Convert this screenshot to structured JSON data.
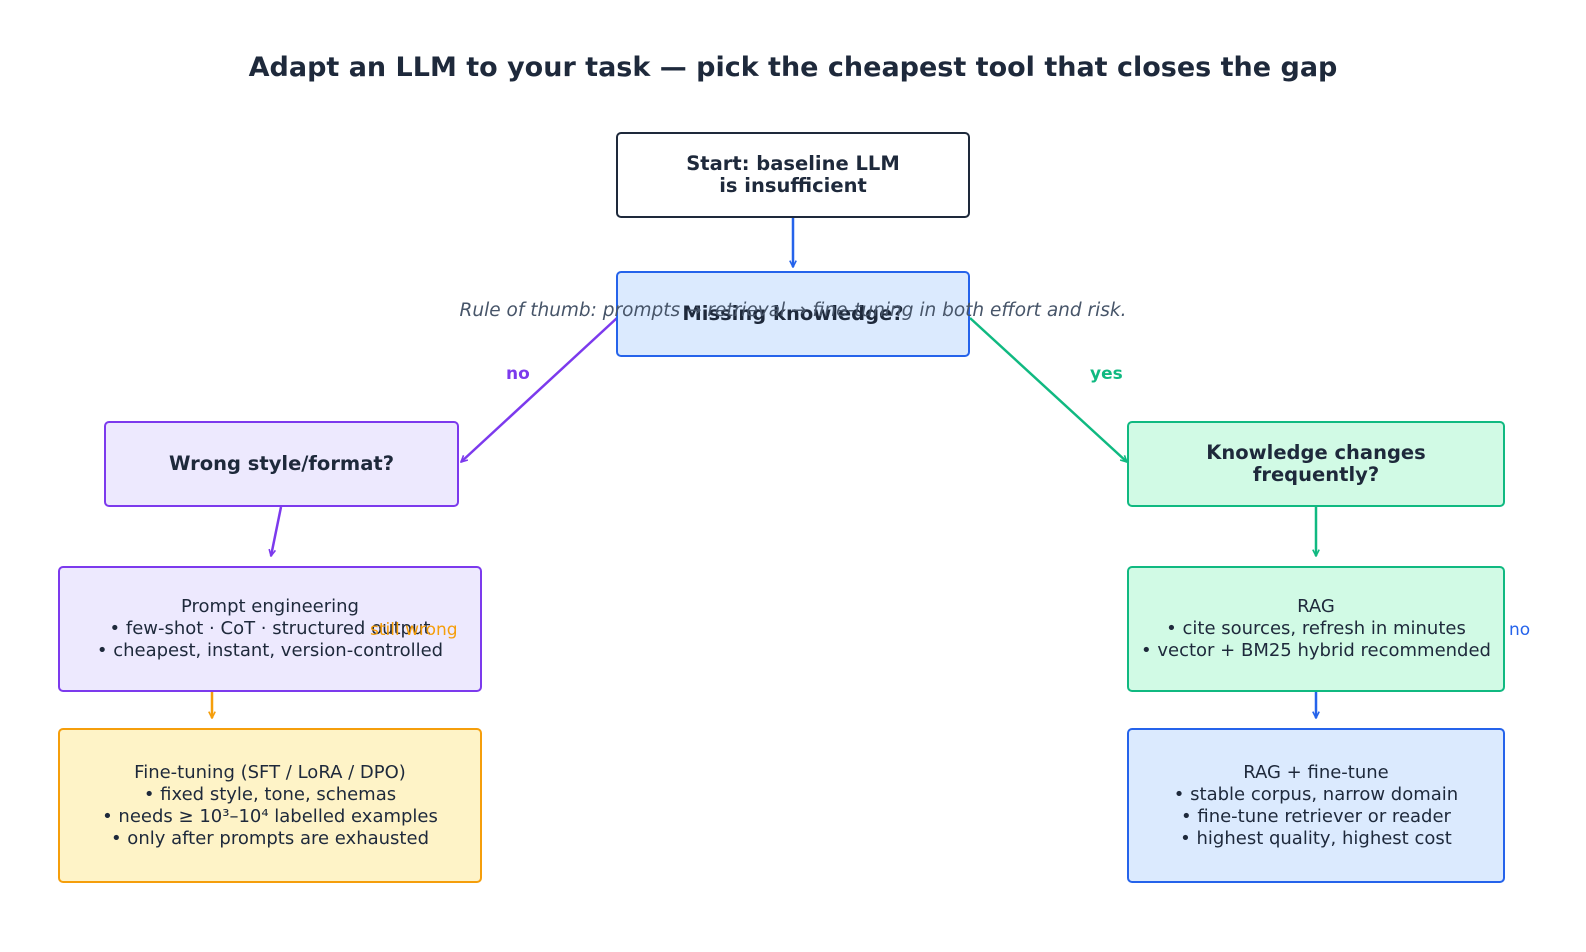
{
  "title": "Adapt an LLM to your task — pick the cheapest tool that closes the gap",
  "nodes": {
    "start": {
      "lines": [
        "Start: baseline LLM",
        "is insufficient"
      ]
    },
    "missing_knowledge": {
      "lines": [
        "Missing knowledge?"
      ]
    },
    "wrong_style": {
      "lines": [
        "Wrong style/format?"
      ]
    },
    "knowledge_changes": {
      "lines": [
        "Knowledge changes",
        "frequently?"
      ]
    },
    "prompt_engineering": {
      "lines": [
        "Prompt engineering",
        "• few-shot · CoT · structured output",
        "• cheapest, instant, version-controlled"
      ]
    },
    "rag": {
      "lines": [
        "RAG",
        "• cite sources, refresh in minutes",
        "• vector + BM25 hybrid recommended"
      ]
    },
    "fine_tuning": {
      "lines": [
        "Fine-tuning (SFT / LoRA / DPO)",
        "• fixed style, tone, schemas",
        "• needs ≥ 10³–10⁴ labelled examples",
        "• only after prompts are exhausted"
      ]
    },
    "rag_fine_tune": {
      "lines": [
        "RAG + fine-tune",
        "• stable corpus, narrow domain",
        "• fine-tune retriever or reader",
        "• highest quality, highest cost"
      ]
    }
  },
  "edge_labels": {
    "no_left": "no",
    "yes_right": "yes",
    "still_wrong": "still wrong",
    "no_right": "no"
  },
  "footnote": "Rule of thumb: prompts → retrieval → fine-tuning  in both effort and risk.",
  "colors": {
    "blue": "#2563eb",
    "purple": "#7c3aed",
    "green": "#10b981",
    "orange": "#f59e0b",
    "dark": "#1e293b",
    "blue_fill": "#dbeafe",
    "purple_fill": "#ede9fe",
    "green_fill": "#d1fae5",
    "yellow_fill": "#fef3c7",
    "note_gray": "#475569"
  }
}
